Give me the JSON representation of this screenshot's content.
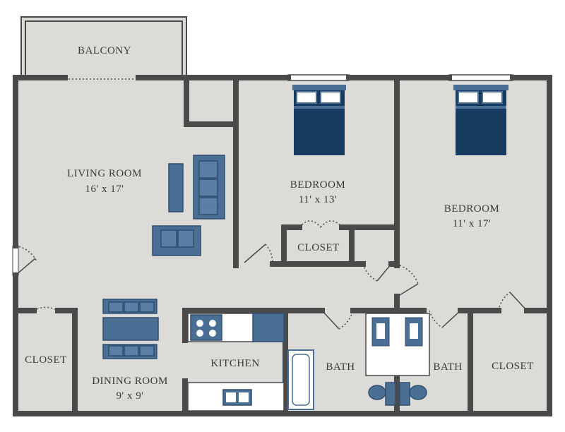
{
  "rooms": {
    "balcony": {
      "name": "BALCONY"
    },
    "living": {
      "name": "LIVING ROOM",
      "size": "16' x 17'"
    },
    "bedroom1": {
      "name": "BEDROOM",
      "size": "11' x 13'"
    },
    "bedroom2": {
      "name": "BEDROOM",
      "size": "11' x 17'"
    },
    "closet_center": {
      "name": "CLOSET"
    },
    "closet_left": {
      "name": "CLOSET"
    },
    "closet_right": {
      "name": "CLOSET"
    },
    "dining": {
      "name": "DINING ROOM",
      "size": "9' x 9'"
    },
    "kitchen": {
      "name": "KITCHEN"
    },
    "bath1": {
      "name": "BATH"
    },
    "bath2": {
      "name": "BATH"
    }
  },
  "colors": {
    "floor": "#dcdbd8",
    "wall": "#4a4a4a",
    "furniture": "#4a6f95",
    "bed": "#173b5e"
  }
}
